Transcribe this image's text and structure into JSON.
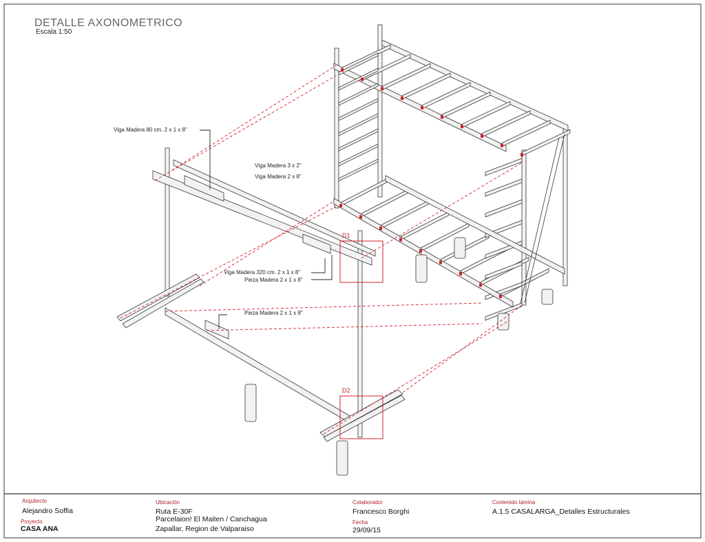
{
  "drawing": {
    "title": "DETALLE AXONOMETRICO",
    "scale": "Escala 1:50",
    "annotations": [
      "Viga Madera 80 cm.  2 x 1 x 8\"",
      "Viga Madera  3 x 2\"",
      "Viga Madera  2 x 8\"",
      "Viga Madera 320 cm.  2 x 1 x 8\"",
      "Pieza Madera  2 x 1 x 8\"",
      "Pieza Madera  2 x 1 x 8\""
    ],
    "details": [
      "D1",
      "D2"
    ],
    "accent_color": "#d0202a"
  },
  "title_block": {
    "arquitecto_label": "Arquitecto",
    "arquitecto": "Alejandro Soffia",
    "proyecto_label": "Proyecto",
    "proyecto": "CASA ANA",
    "ubicacion_label": "Ubicación",
    "ubicacion": [
      "Ruta E-30F",
      "Parcelaion! El Maiten / Canchagua",
      "Zapallar, Region de Valparaiso"
    ],
    "colaborador_label": "Colaborador",
    "colaborador": "Francesco Borghi",
    "fecha_label": "Fecha",
    "fecha": "29/09/15",
    "contenido_label": "Contenido lámina",
    "contenido": "A.1.5 CASALARGA_Detalles Estructurales"
  }
}
